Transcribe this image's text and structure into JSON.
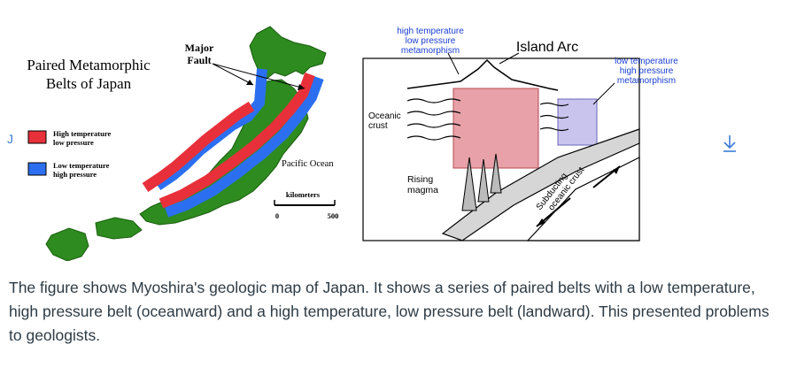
{
  "map": {
    "title_line1": "Paired Metamorphic",
    "title_line2": "Belts of Japan",
    "fault_label_line1": "Major",
    "fault_label_line2": "Fault",
    "legend": [
      {
        "line1": "High temperature",
        "line2": "low pressure",
        "color": "#e8303a"
      },
      {
        "line1": "Low temperature",
        "line2": "high pressure",
        "color": "#2b6ff0"
      }
    ],
    "ocean_label": "Pacific Ocean",
    "scale": {
      "unit": "kilometers",
      "min": "0",
      "max": "500"
    },
    "land_color": "#2e8b1f"
  },
  "cross_section": {
    "high_t_label": [
      "high temperature",
      "low pressure",
      "metamorphism"
    ],
    "island_arc_label": "Island Arc",
    "low_t_label": [
      "low temperature",
      "high pressure",
      "metamorphism"
    ],
    "oceanic_crust_label": [
      "Oceanic",
      "crust"
    ],
    "rising_magma_label": [
      "Rising",
      "magma"
    ],
    "subducting_label": [
      "Subducting",
      "oceanic crust"
    ]
  },
  "left_marker": "J",
  "download_icon": "arrow-down-icon",
  "caption": "The figure shows Myoshira's geologic map of Japan. It shows a series of paired belts with a low temperature, high pressure belt (oceanward) and a high temperature, low pressure belt (landward). This presented problems to geologists."
}
